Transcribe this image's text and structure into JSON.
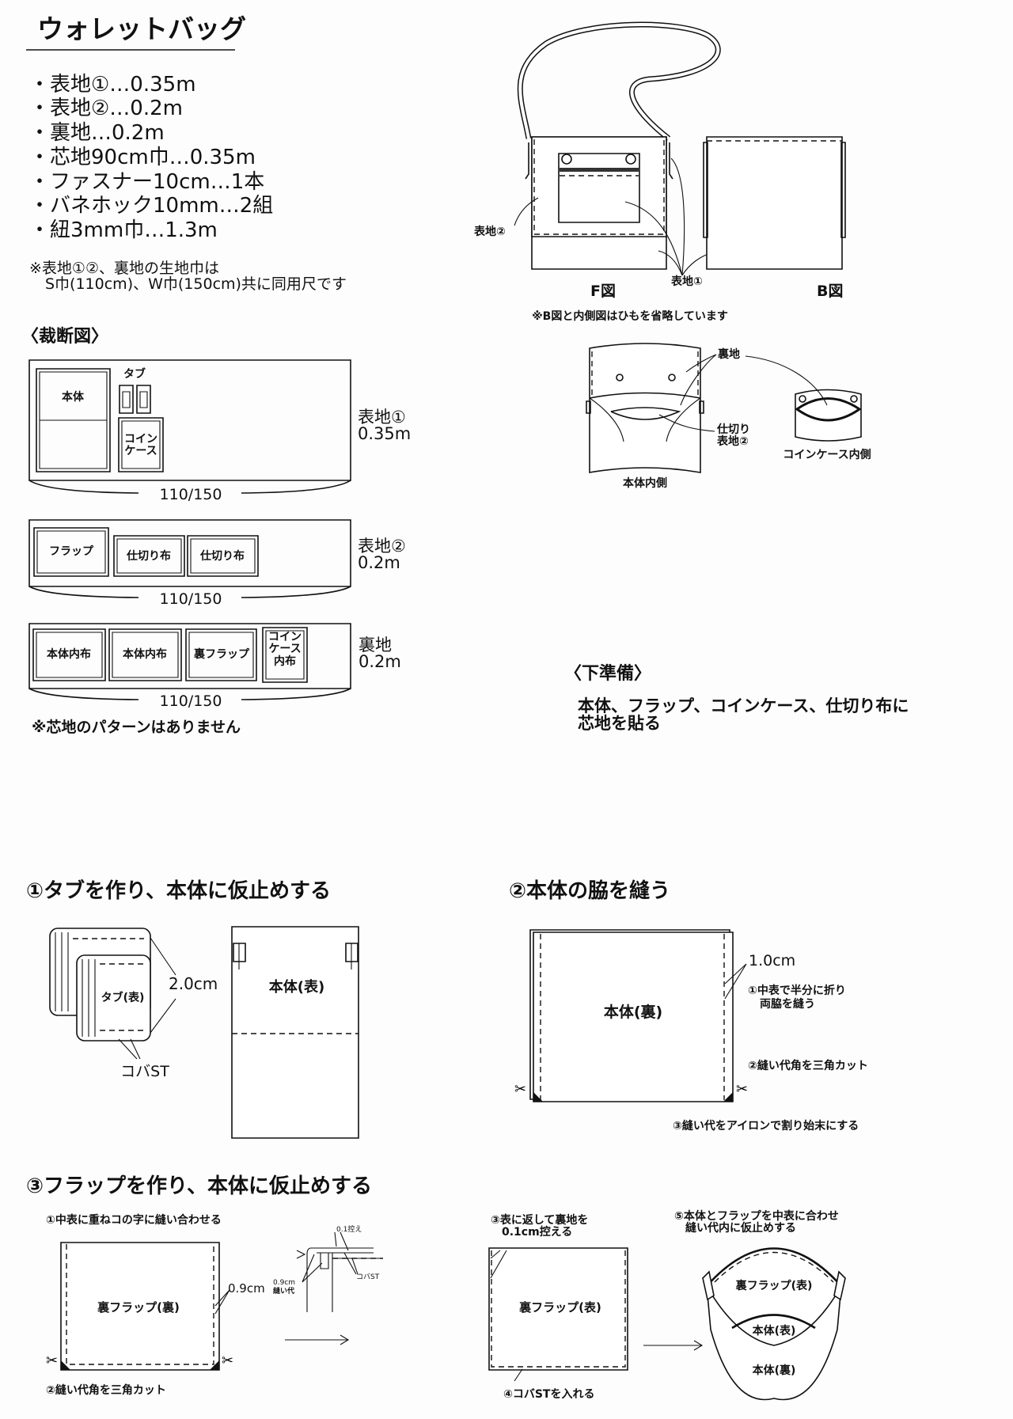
{
  "title": "ウォレットバッグ",
  "materials": [
    "・表地①…0.35m",
    "・表地②…0.2m",
    "・裏地…0.2m",
    "・芯地90cm巾…0.35m",
    "・ファスナー10cm…1本",
    "・バネホック10mm…2組",
    "・紐3mm巾…1.3m"
  ],
  "fabric_note": [
    "※表地①②、裏地の生地巾は",
    "S巾(110cm)、W巾(150cm)共に同用尺です"
  ],
  "illustration": {
    "label_omote2": "表地②",
    "label_omote1": "表地①",
    "front_caption": "F図",
    "back_caption": "B図",
    "note": "※B図と内側図はひもを省略しています",
    "inside_label_urachi": "裏地",
    "inside_label_shikiri": [
      "仕切り",
      "表地②"
    ],
    "inside_caption": "本体内側",
    "coin_inside_caption": "コインケース内側"
  },
  "cutting": {
    "heading": "〈裁断図〉",
    "fabrics": [
      {
        "name": "表地①",
        "length": "0.35m",
        "width": "110/150",
        "pieces": [
          "本体",
          "タブ",
          "コイン\nケース"
        ]
      },
      {
        "name": "表地②",
        "length": "0.2m",
        "width": "110/150",
        "pieces": [
          "フラップ",
          "仕切り布",
          "仕切り布"
        ]
      },
      {
        "name": "裏地",
        "length": "0.2m",
        "width": "110/150",
        "pieces": [
          "本体内布",
          "本体内布",
          "裏フラップ",
          "コイン\nケース\n内布"
        ]
      }
    ],
    "note": "※芯地のパターンはありません"
  },
  "prep": {
    "heading": "〈下準備〉",
    "lines": [
      "本体、フラップ、コインケース、仕切り布に",
      "芯地を貼る"
    ]
  },
  "step1": {
    "heading": "①タブを作り、本体に仮止めする",
    "tab_label": "タブ(表)",
    "dimension": "2.0cm",
    "stitch_label": "コバST",
    "body_label": "本体(表)"
  },
  "step2": {
    "heading": "②本体の脇を縫う",
    "body_label": "本体(裏)",
    "dimension": "1.0cm",
    "notes": [
      "①中表で半分に折り",
      "両脇を縫う",
      "②縫い代角を三角カット",
      "③縫い代をアイロンで割り始末にする"
    ]
  },
  "step3": {
    "heading": "③フラップを作り、本体に仮止めする",
    "sub1": "①中表に重ねコの字に縫い合わせる",
    "flap_back_label": "裏フラップ(裏)",
    "dimension": "0.9cm",
    "sub2": "②縫い代角を三角カット",
    "detail_offset": "0.1控え",
    "detail_seam": [
      "0.9cm",
      "縫い代"
    ],
    "detail_stitch": "コバST",
    "sub3": [
      "③表に返して裏地を",
      "0.1cm控える"
    ],
    "flap_front_label": "裏フラップ(表)",
    "sub4": "④コバSTを入れる",
    "sub5": [
      "⑤本体とフラップを中表に合わせ",
      "縫い代内に仮止めする"
    ],
    "bowl_labels": [
      "裏フラップ(表)",
      "本体(表)",
      "本体(裏)"
    ]
  }
}
